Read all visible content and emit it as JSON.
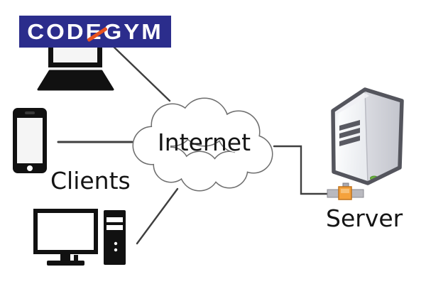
{
  "logo": {
    "text": "CODEGYM",
    "bg_color": "#2b2d8c",
    "text_color": "#ffffff",
    "slash_color": "#e8521e"
  },
  "labels": {
    "internet": "Internet",
    "clients": "Clients",
    "server": "Server"
  },
  "diagram": {
    "type": "network-topology",
    "nodes": [
      {
        "id": "laptop",
        "icon": "laptop-icon",
        "group": "clients"
      },
      {
        "id": "smartphone",
        "icon": "smartphone-icon",
        "group": "clients"
      },
      {
        "id": "desktop",
        "icon": "desktop-computer-icon",
        "group": "clients"
      },
      {
        "id": "internet",
        "icon": "cloud-icon",
        "label": "Internet"
      },
      {
        "id": "server",
        "icon": "server-tower-icon",
        "label": "Server"
      }
    ],
    "edges": [
      {
        "from": "laptop",
        "to": "internet"
      },
      {
        "from": "smartphone",
        "to": "internet"
      },
      {
        "from": "desktop",
        "to": "internet"
      },
      {
        "from": "internet",
        "to": "server"
      }
    ]
  },
  "colors": {
    "background": "#ffffff",
    "device_icon": "#111111",
    "connection_line": "#3f3f3f",
    "cloud_fill": "#ffffff",
    "cloud_stroke": "#6e6e6e",
    "server_outline": "#54555d",
    "server_face": "#f2f3f6",
    "server_side": "#ccced6",
    "server_vent": "#595a62",
    "server_led": "#6cb23e",
    "server_connector_orange": "#f5a23c",
    "server_cable_gray": "#b9b9bf"
  }
}
